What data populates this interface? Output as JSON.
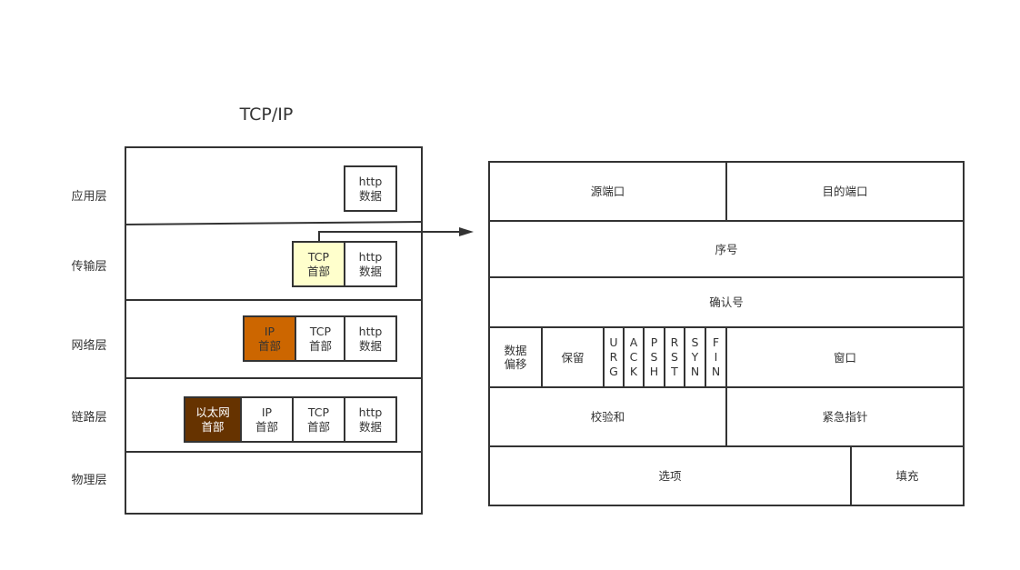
{
  "title": "TCP/IP",
  "layers": [
    {
      "label": "应用层"
    },
    {
      "label": "传输层"
    },
    {
      "label": "网络层"
    },
    {
      "label": "链路层"
    },
    {
      "label": "物理层"
    }
  ],
  "packets": {
    "application": [
      {
        "label": "http\n数据",
        "color": "#ffffff"
      }
    ],
    "transport": [
      {
        "label": "TCP\n首部",
        "color": "#ffffcc"
      },
      {
        "label": "http\n数据",
        "color": "#ffffff"
      }
    ],
    "network": [
      {
        "label": "IP\n首部",
        "color": "#cc6600"
      },
      {
        "label": "TCP\n首部",
        "color": "#ffffff"
      },
      {
        "label": "http\n数据",
        "color": "#ffffff"
      }
    ],
    "link": [
      {
        "label": "以太网\n首部",
        "color": "#663300",
        "text_color": "#ffffff"
      },
      {
        "label": "IP\n首部",
        "color": "#ffffff"
      },
      {
        "label": "TCP\n首部",
        "color": "#ffffff"
      },
      {
        "label": "http\n数据",
        "color": "#ffffff"
      }
    ]
  },
  "tcp_header": {
    "source_port": "源端口",
    "dest_port": "目的端口",
    "seq": "序号",
    "ack": "确认号",
    "data_offset": "数据\n偏移",
    "reserved": "保留",
    "flags": [
      "U\nR\nG",
      "A\nC\nK",
      "P\nS\nH",
      "R\nS\nT",
      "S\nY\nN",
      "F\nI\nN"
    ],
    "window": "窗口",
    "checksum": "校验和",
    "urgent_pointer": "紧急指针",
    "options": "选项",
    "padding": "填充"
  }
}
